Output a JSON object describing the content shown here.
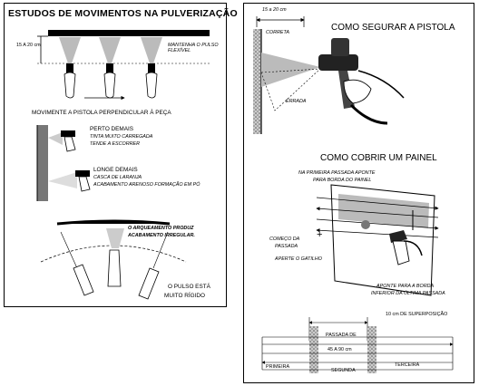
{
  "left_panel": {
    "title": "ESTUDOS DE MOVIMENTOS NA PULVERIZAÇÃO",
    "distance_label": "15 A 20 cm",
    "keep_wrist_label": "MANTENHA O PULSO FLEXÍVEL",
    "perpendicular_caption": "MOVIMENTE A PISTOLA PERPENDICULAR À PEÇA",
    "too_close": {
      "heading": "PERTO DEMAIS",
      "line1": "TINTA MUITO CARREGADA",
      "line2": "TENDE A ESCORRER"
    },
    "too_far": {
      "heading": "LONGE DEMAIS",
      "line1": "CASCA DE LARANJA",
      "line2": "ACABAMENTO ARENOSO FORMAÇÃO EM PÓ"
    },
    "arching": {
      "line1": "O ARQUEAMENTO PRODUZ",
      "line2": "ACABAMENTO IRREGULAR."
    },
    "rigid_wrist": {
      "line1": "O PULSO ESTÁ",
      "line2": "MUITO RÍGIDO"
    }
  },
  "right_panel": {
    "distance_label": "15 a 20 cm",
    "hold_title": "COMO SEGURAR A PISTOLA",
    "correct_label": "CORRETA",
    "wrong_label": "ERRADA",
    "panel_title": "COMO COBRIR UM PAINEL",
    "first_pass_note": {
      "line1": "NA PRIMEIRA PASSADA APONTE",
      "line2": "PARA BORDA DO PAINEL"
    },
    "start_label": {
      "line1": "COMEÇO DA",
      "line2": "PASSADA"
    },
    "trigger_label": "APERTE O GATILHO",
    "aim_note": {
      "line1": "APONTE PARA A BORDA",
      "line2": "INFERIOR DA ÚLTIMA PASSADA"
    },
    "overlap_label": "10 cm DE SUPERPOSIÇÃO",
    "pass_label": "PASSADA DE",
    "pass_range": "45 A 90 cm",
    "first": "PRIMEIRA",
    "second": "SEGUNDA",
    "third": "TERCEIRA"
  }
}
